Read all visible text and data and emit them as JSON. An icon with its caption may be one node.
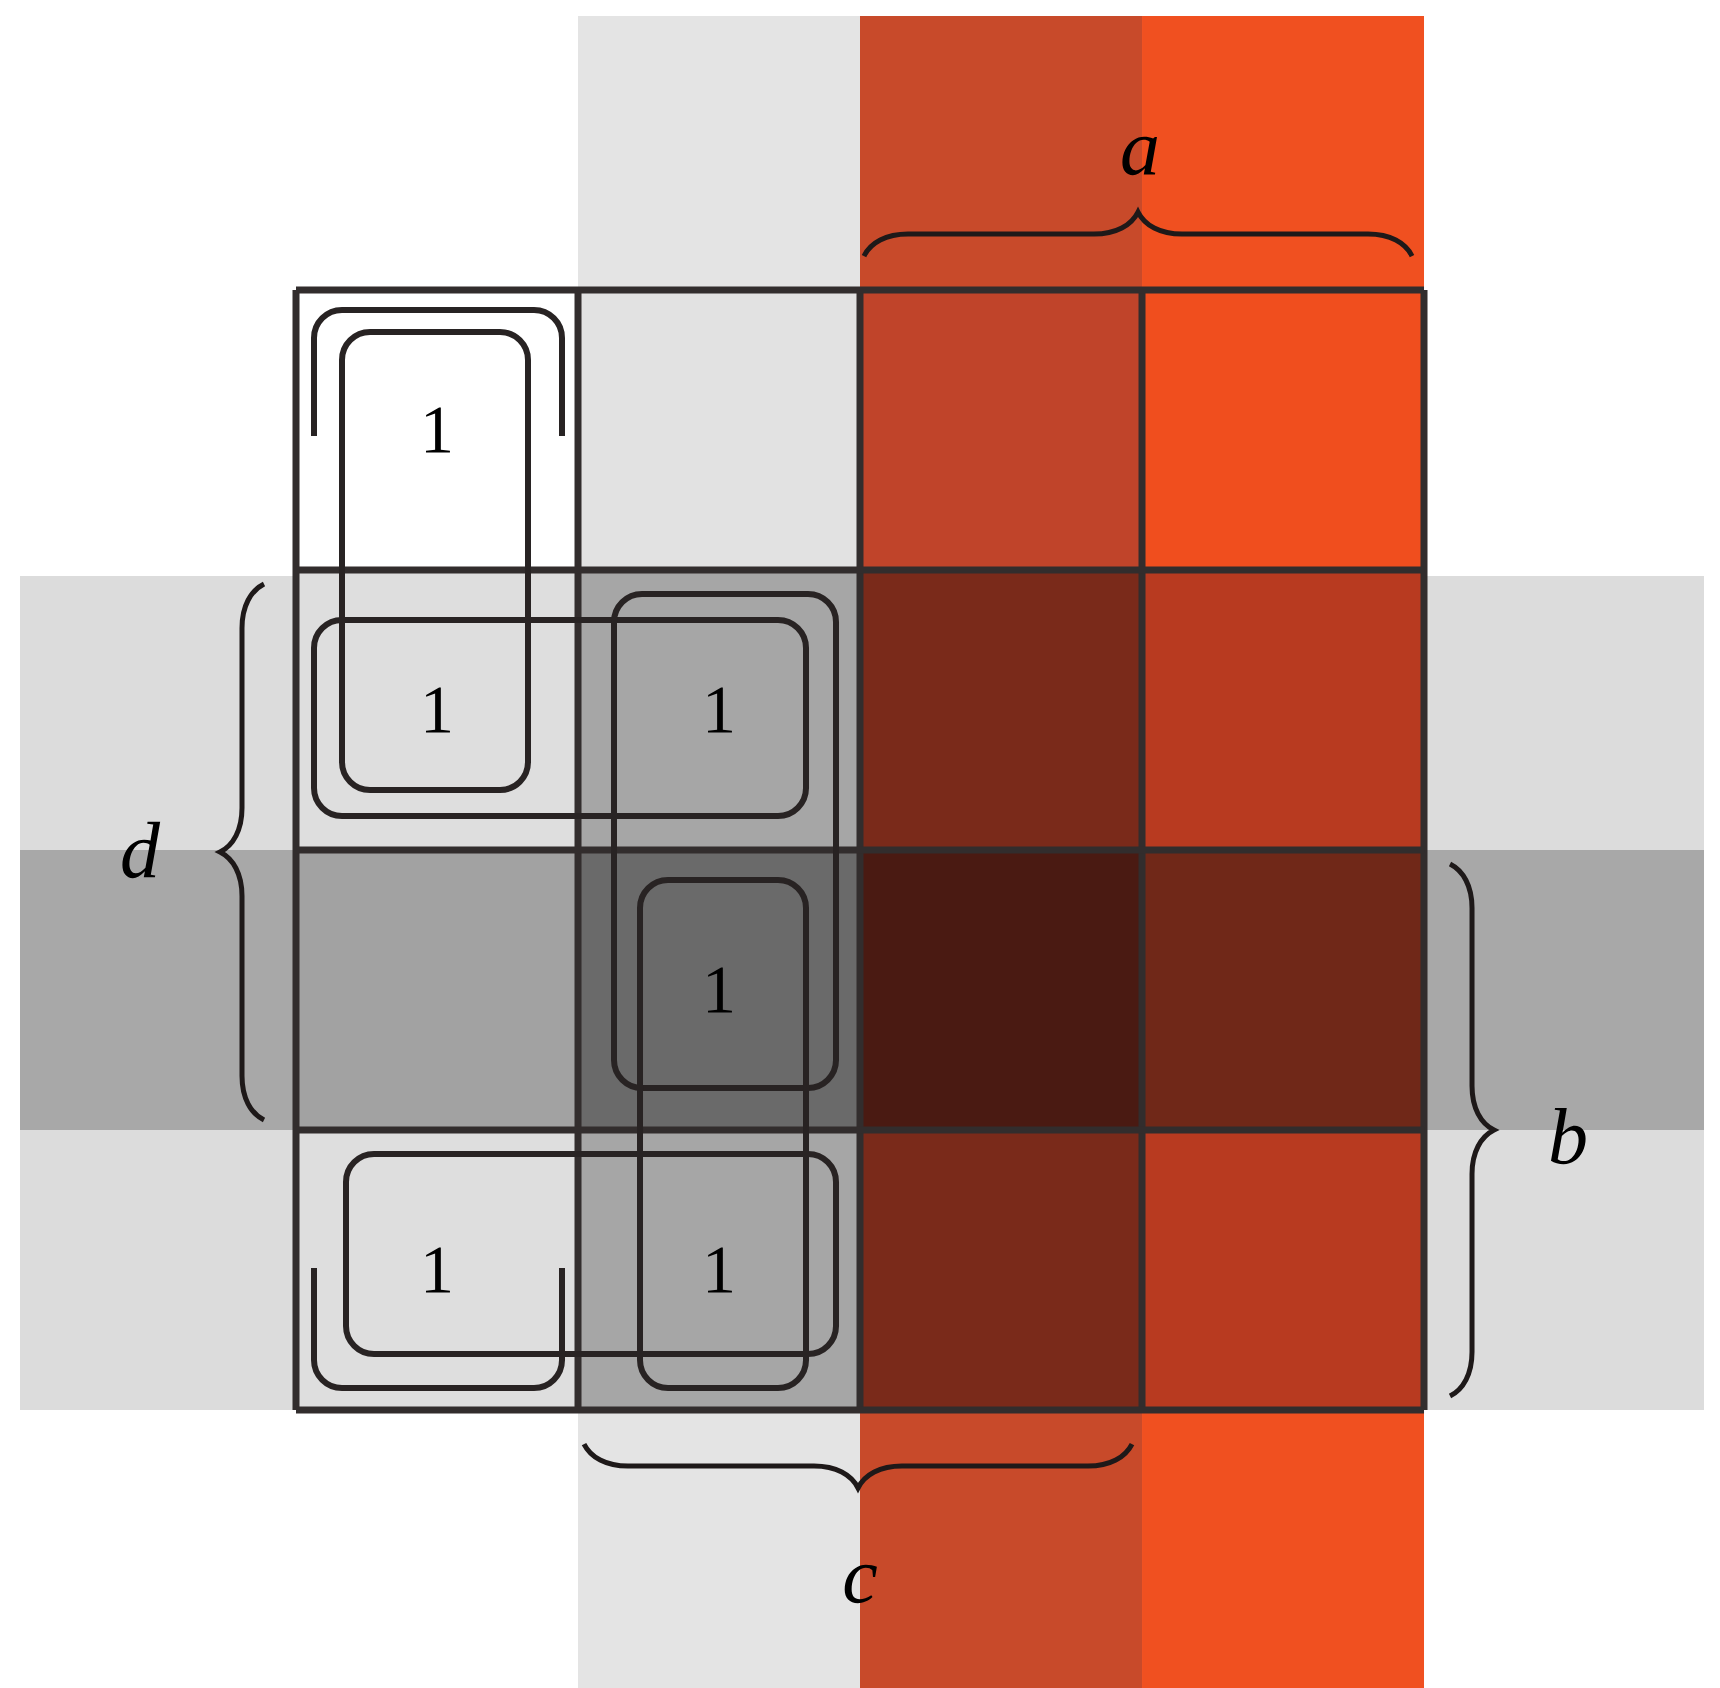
{
  "diagram": {
    "nodes": [
      {
        "text": [
          "1"
        ]
      },
      {
        "text": [],
        "shape": "box"
      },
      {
        "text": [],
        "shape": "box"
      },
      {
        "text": [],
        "shape": "box"
      },
      {
        "text": [
          "1"
        ]
      },
      {
        "text": [
          "1"
        ]
      },
      {
        "text": [],
        "shape": "box"
      },
      {
        "text": [],
        "shape": "box"
      },
      {
        "text": [],
        "shape": "box"
      },
      {
        "text": [
          "1"
        ]
      },
      {
        "text": [],
        "shape": "box"
      },
      {
        "text": [],
        "shape": "box"
      },
      {
        "text": [
          "1"
        ]
      },
      {
        "text": [
          "1"
        ]
      },
      {
        "text": [],
        "shape": "box"
      },
      {
        "text": [],
        "shape": "box"
      }
    ],
    "labels": [
      "a",
      "d",
      "b",
      "c"
    ]
  }
}
